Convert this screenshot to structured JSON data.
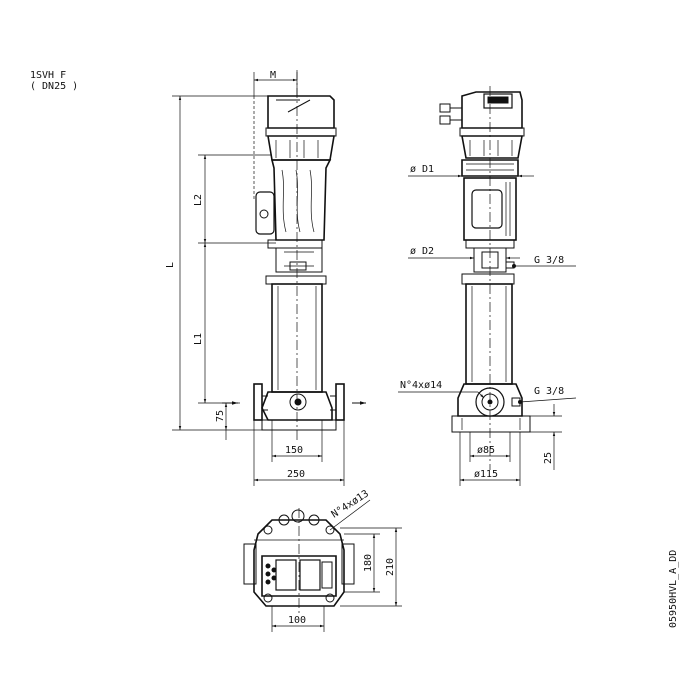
{
  "title": {
    "model": "1SVH F",
    "connection": "( DN25 )"
  },
  "side_view": {
    "dim_m": "M",
    "dim_l": "L",
    "dim_l1": "L1",
    "dim_l2": "L2",
    "dim_75": "75",
    "dim_150": "150",
    "dim_250": "250"
  },
  "front_view": {
    "dim_d1": "ø D1",
    "dim_d2": "ø D2",
    "g38_top": "G 3/8",
    "g38_bottom": "G 3/8",
    "holes": "N°4xø14",
    "dim_85": "ø85",
    "dim_115": "ø115",
    "dim_25": "25"
  },
  "top_view": {
    "holes": "N°4xø13",
    "dim_180": "180",
    "dim_210": "210",
    "dim_100": "100"
  },
  "drawing_code": "05950HVL_A_DD"
}
